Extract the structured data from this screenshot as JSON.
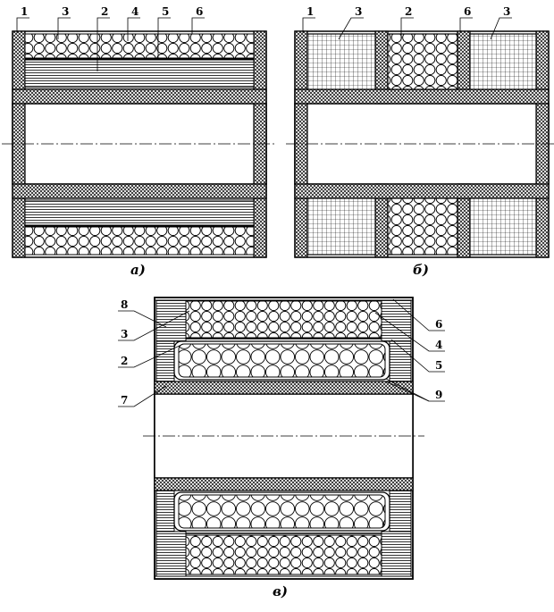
{
  "diagram_a": {
    "caption": "а)",
    "labels": [
      "1",
      "3",
      "2",
      "4",
      "5",
      "6"
    ]
  },
  "diagram_b": {
    "caption": "б)",
    "labels": [
      "1",
      "3",
      "2",
      "6",
      "3"
    ]
  },
  "diagram_v": {
    "caption": "в)",
    "labels_left": [
      "8",
      "3",
      "2",
      "7"
    ],
    "labels_right": [
      "6",
      "4",
      "5",
      "9"
    ]
  }
}
